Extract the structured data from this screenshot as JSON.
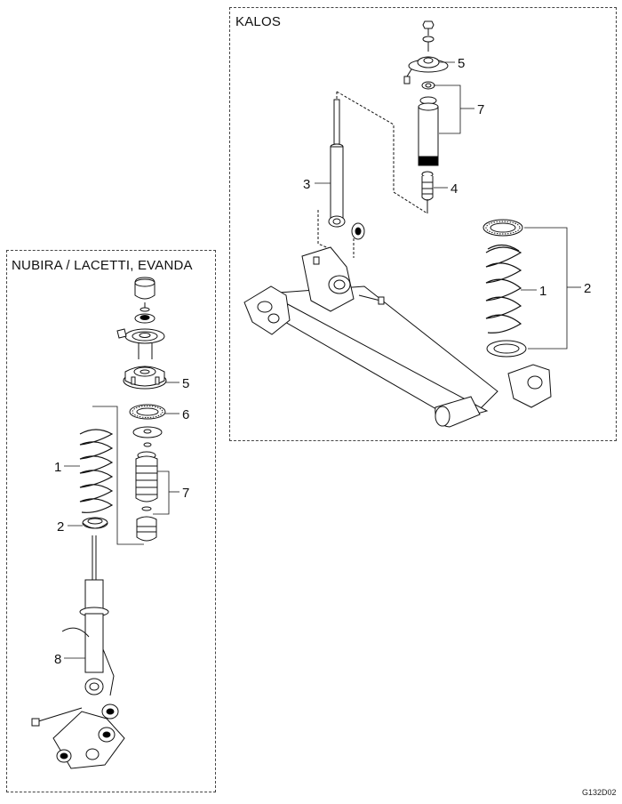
{
  "kalos": {
    "title": "KALOS",
    "callouts": [
      {
        "id": "k5",
        "label": "5"
      },
      {
        "id": "k7",
        "label": "7"
      },
      {
        "id": "k3",
        "label": "3"
      },
      {
        "id": "k4",
        "label": "4"
      },
      {
        "id": "k2",
        "label": "2"
      },
      {
        "id": "k1",
        "label": "1"
      }
    ]
  },
  "nubira": {
    "title": "NUBIRA / LACETTI, EVANDA",
    "callouts": [
      {
        "id": "n5",
        "label": "5"
      },
      {
        "id": "n6",
        "label": "6"
      },
      {
        "id": "n1",
        "label": "1"
      },
      {
        "id": "n7",
        "label": "7"
      },
      {
        "id": "n2",
        "label": "2"
      },
      {
        "id": "n8",
        "label": "8"
      }
    ]
  },
  "figure_code": "G132D02"
}
